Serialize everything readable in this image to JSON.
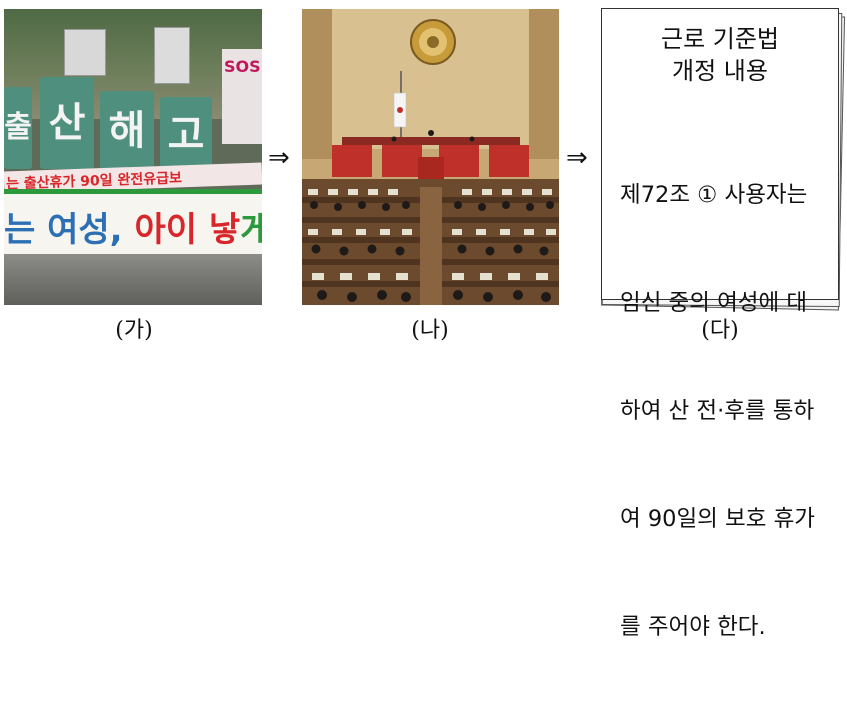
{
  "panels": [
    {
      "caption": "(가)",
      "photo": {
        "sign_text": [
          "출",
          "산",
          "해",
          "고"
        ],
        "right_sign_text": "SOS",
        "banner_upper": "는 출산휴가 90일 완전유급보",
        "banner_lower": [
          "는 여성, ",
          "아이 낳",
          "게"
        ]
      }
    },
    {
      "caption": "(나)"
    },
    {
      "caption": "(다)",
      "paper": {
        "title_lines": [
          "근로 기준법",
          "개정 내용"
        ],
        "body_lines": [
          "제72조 ① 사용자는",
          "임신 중의 여성에 대",
          "하여 산 전·후를 통하",
          "여 90일의 보호 휴가",
          "를 주어야 한다."
        ]
      }
    }
  ],
  "arrow_symbol": "⇒",
  "colors": {
    "sign_green": "#4f8f7d",
    "banner_red": "#d8262b",
    "banner_green": "#2c9a3c",
    "assembly_wood": "#b89a6a",
    "seat_red": "#c0302a"
  }
}
